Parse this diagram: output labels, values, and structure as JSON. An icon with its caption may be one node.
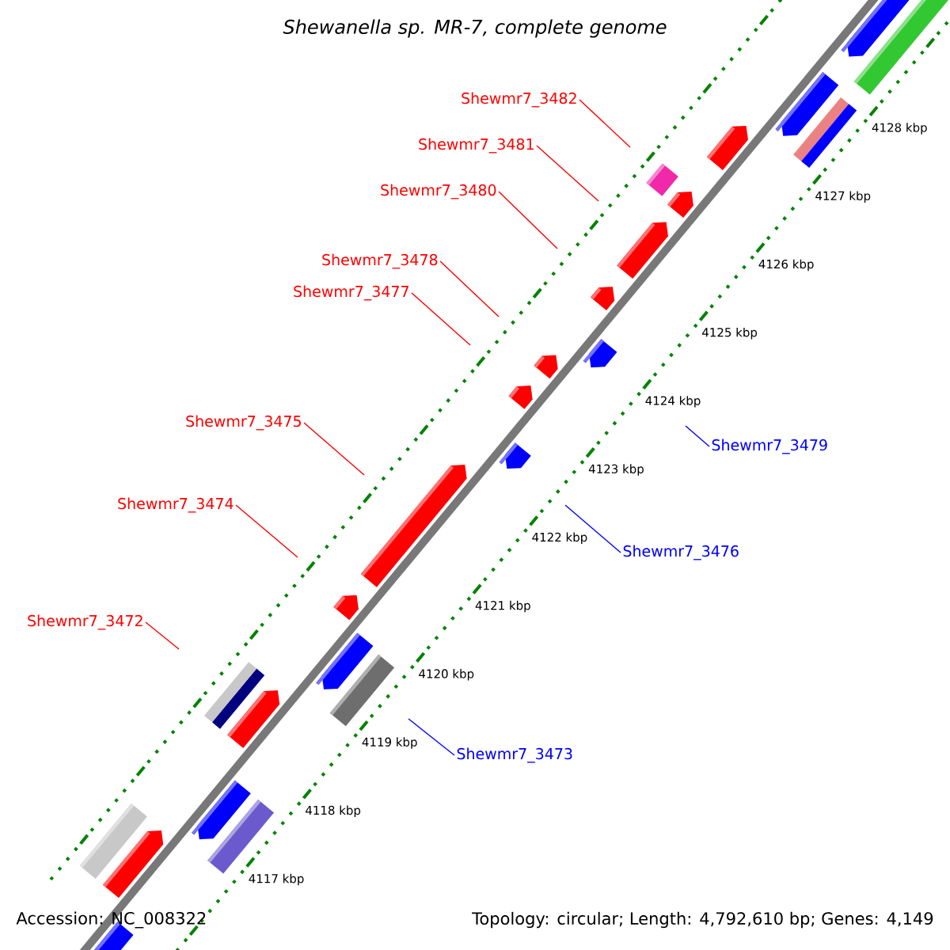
{
  "diagram": {
    "title": "Shewanella sp. MR-7, complete genome",
    "nodes": [
      {
        "text": [
          "Shewmr7_3482"
        ]
      },
      {
        "text": [
          "Shewmr7_3481"
        ]
      },
      {
        "text": [
          "Shewmr7_3480"
        ]
      },
      {
        "text": [
          "Shewmr7_3478"
        ]
      },
      {
        "text": [
          "Shewmr7_3477"
        ]
      },
      {
        "text": [
          "Shewmr7_3475"
        ]
      },
      {
        "text": [
          "Shewmr7_3479"
        ]
      },
      {
        "text": [
          "Shewmr7_3474"
        ]
      },
      {
        "text": [
          "Shewmr7_3476"
        ]
      },
      {
        "text": [
          "Shewmr7_3472"
        ]
      },
      {
        "text": [
          "Shewmr7_3473"
        ]
      }
    ],
    "edges": [
      {
        "from": 0,
        "to": null,
        "arrow": "none"
      },
      {
        "from": 1,
        "to": null,
        "arrow": "none"
      },
      {
        "from": 2,
        "to": null,
        "arrow": "none"
      },
      {
        "from": 3,
        "to": null,
        "arrow": "none"
      },
      {
        "from": 4,
        "to": null,
        "arrow": "none"
      },
      {
        "from": 5,
        "to": null,
        "arrow": "none"
      },
      {
        "from": 6,
        "to": null,
        "arrow": "none",
        "color": "#0000ff"
      },
      {
        "from": 7,
        "to": null,
        "arrow": "none"
      },
      {
        "from": 8,
        "to": null,
        "arrow": "none",
        "color": "#0000ff"
      },
      {
        "from": 9,
        "to": null,
        "arrow": "none"
      },
      {
        "from": 10,
        "to": null,
        "arrow": "none",
        "color": "#0000ff"
      }
    ],
    "labels": [
      "4128 kbp",
      "4127 kbp",
      "4126 kbp",
      "4125 kbp",
      "4124 kbp",
      "4123 kbp",
      "4122 kbp",
      "4121 kbp",
      "4120 kbp",
      "4119 kbp",
      "4118 kbp",
      "4117 kbp",
      "Accession: NC_008322",
      "Topology: circular; Length: 4,792,610 bp; Genes: 4,149"
    ]
  }
}
